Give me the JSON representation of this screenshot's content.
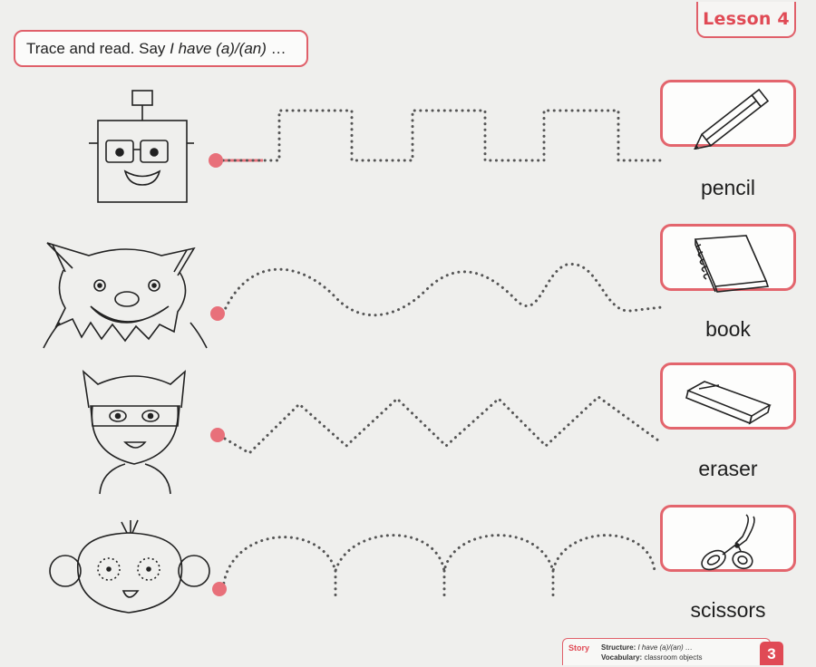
{
  "lesson": {
    "label": "Lesson 4"
  },
  "instruction": {
    "text": "Trace and read. Say",
    "example": "I have (a)/(an)",
    "ellipsis": "…"
  },
  "rows": [
    {
      "word": "pencil",
      "character": "robot",
      "object_icon": "pencil-icon"
    },
    {
      "word": "book",
      "character": "monster",
      "object_icon": "book-icon"
    },
    {
      "word": "eraser",
      "character": "superhero-boy",
      "object_icon": "eraser-icon"
    },
    {
      "word": "scissors",
      "character": "monkey",
      "object_icon": "scissors-icon"
    }
  ],
  "footer": {
    "story_label": "Story",
    "structure_label": "Structure:",
    "structure_value": "I have (a)/(an) …",
    "vocabulary_label": "Vocabulary:",
    "vocabulary_value": "classroom objects"
  },
  "page_number": "3",
  "colors": {
    "accent": "#e04a55",
    "dot_start": "#e8707a",
    "trace_dots": "#555555"
  }
}
